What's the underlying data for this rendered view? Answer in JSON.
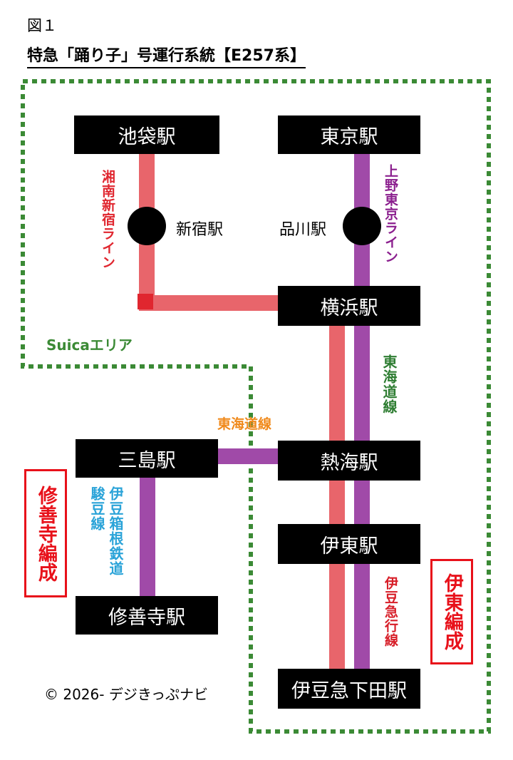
{
  "figure_label": "図１",
  "title": "特急「踊り子」号運行系統【E257系】",
  "stations": {
    "ikebukuro": "池袋駅",
    "tokyo": "東京駅",
    "shinjuku": "新宿駅",
    "shinagawa": "品川駅",
    "yokohama": "横浜駅",
    "mishima": "三島駅",
    "atami": "熱海駅",
    "ito": "伊東駅",
    "shuzenji": "修善寺駅",
    "izukyu_shimoda": "伊豆急下田駅"
  },
  "lines": {
    "shonan_shinjuku": "湘南新宿ライン",
    "ueno_tokyo": "上野東京ライン",
    "tokaido_right": "東海道線",
    "tokaido_mishima": "東海道線",
    "sunzu_1": "駿",
    "sunzu_2": "豆",
    "sunzu_3": "線",
    "izuhakone": "伊豆箱根鉄道",
    "izukyu": "伊豆急行線"
  },
  "area_label": "Suicaエリア",
  "formations": {
    "shuzenji": "修善寺編成",
    "ito": "伊東編成"
  },
  "copyright": "© 2026- デジきっぷナビ",
  "colors": {
    "red_line": "#e8656b",
    "purple_line": "#a04aa8",
    "suica_border": "#3b8a35",
    "shonan_text": "#e0262f",
    "ueno_text": "#8b1f8e",
    "tokaido_text": "#2e7d32",
    "tokaido_orange": "#f08a1c",
    "sunzu_text": "#2aa3d8",
    "izukyu_text": "#d71e28"
  }
}
